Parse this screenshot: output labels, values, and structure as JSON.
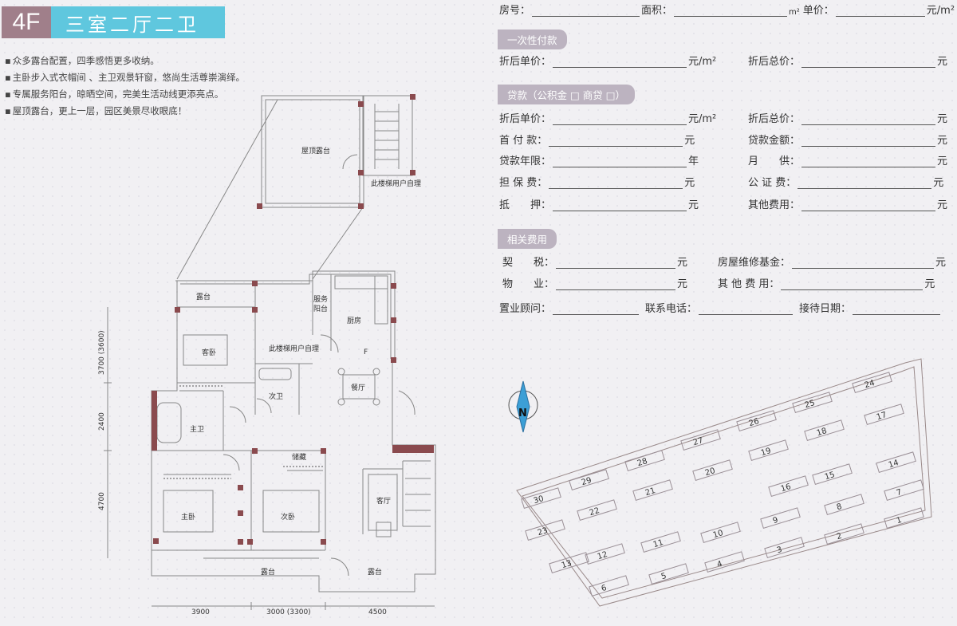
{
  "header": {
    "floor": "4F",
    "type": "三室二厅二卫"
  },
  "features": [
    "众多露台配置，四季感悟更多收纳。",
    "主卧步入式衣帽间 、主卫观景轩窗，悠尚生活尊崇演绎。",
    "专属服务阳台，晾晒空间，完美生活动线更添亮点。",
    "屋顶露台，更上一层，园区美景尽收眼底！"
  ],
  "plan": {
    "roof_terrace": "屋顶露台",
    "stair_note_top": "此楼梯用户自理",
    "stair_note_mid": "此楼梯用户自理",
    "terrace": "露台",
    "guest_bedroom": "客卧",
    "service_balcony_1": "服务",
    "service_balcony_2": "阳台",
    "kitchen": "厨房",
    "dining": "餐厅",
    "second_bath": "次卫",
    "master_bath": "主卫",
    "storage": "储藏",
    "living": "客厅",
    "master_bedroom": "主卧",
    "second_bedroom": "次卧",
    "terrace_b1": "露台",
    "terrace_b2": "露台",
    "fridge": "F",
    "dim_v1": "3700 (3600)",
    "dim_v2": "2400",
    "dim_v3": "4700",
    "dim_h1": "3900",
    "dim_h2": "3000 (3300)",
    "dim_h3": "4500"
  },
  "form": {
    "room_no": "房号：",
    "area": "面积：",
    "area_unit": "m²",
    "unit_price": "单价：",
    "unit_price_unit": "元/m²",
    "section_onetime": "一次性付款",
    "discount_unit_price": "折后单价：",
    "discount_total": "折后总价：",
    "unit_per_m2": "元/m²",
    "yuan": "元",
    "year": "年",
    "section_loan": "贷款（公积金 □   商贷 □）",
    "down_payment": "首 付 款：",
    "loan_amount": "贷款金额：",
    "loan_years": "贷款年限：",
    "monthly": "月　　供：",
    "guarantee_fee": "担 保 费：",
    "notary_fee": "公 证 费：",
    "mortgage": "抵　　押：",
    "other_fees": "其他费用：",
    "section_related": "相关费用",
    "deed_tax": "契　　税：",
    "maintenance_fund": "房屋维修基金：",
    "property": "物　　业：",
    "other_fees2": "其 他 费 用：",
    "consultant": "置业顾问：",
    "phone": "联系电话：",
    "date": "接待日期："
  },
  "sitemap": {
    "compass": "N",
    "buildings": [
      "1",
      "2",
      "3",
      "4",
      "5",
      "6",
      "7",
      "8",
      "9",
      "10",
      "11",
      "12",
      "13",
      "14",
      "15",
      "16",
      "17",
      "18",
      "19",
      "20",
      "21",
      "22",
      "23",
      "24",
      "25",
      "26",
      "27",
      "28",
      "29",
      "30"
    ]
  },
  "colors": {
    "floor_badge": "#a07f8a",
    "type_badge": "#5fc7de",
    "pill": "#bcb3c0",
    "pillar": "#8a4a4e",
    "compass": "#3c9fd6"
  }
}
